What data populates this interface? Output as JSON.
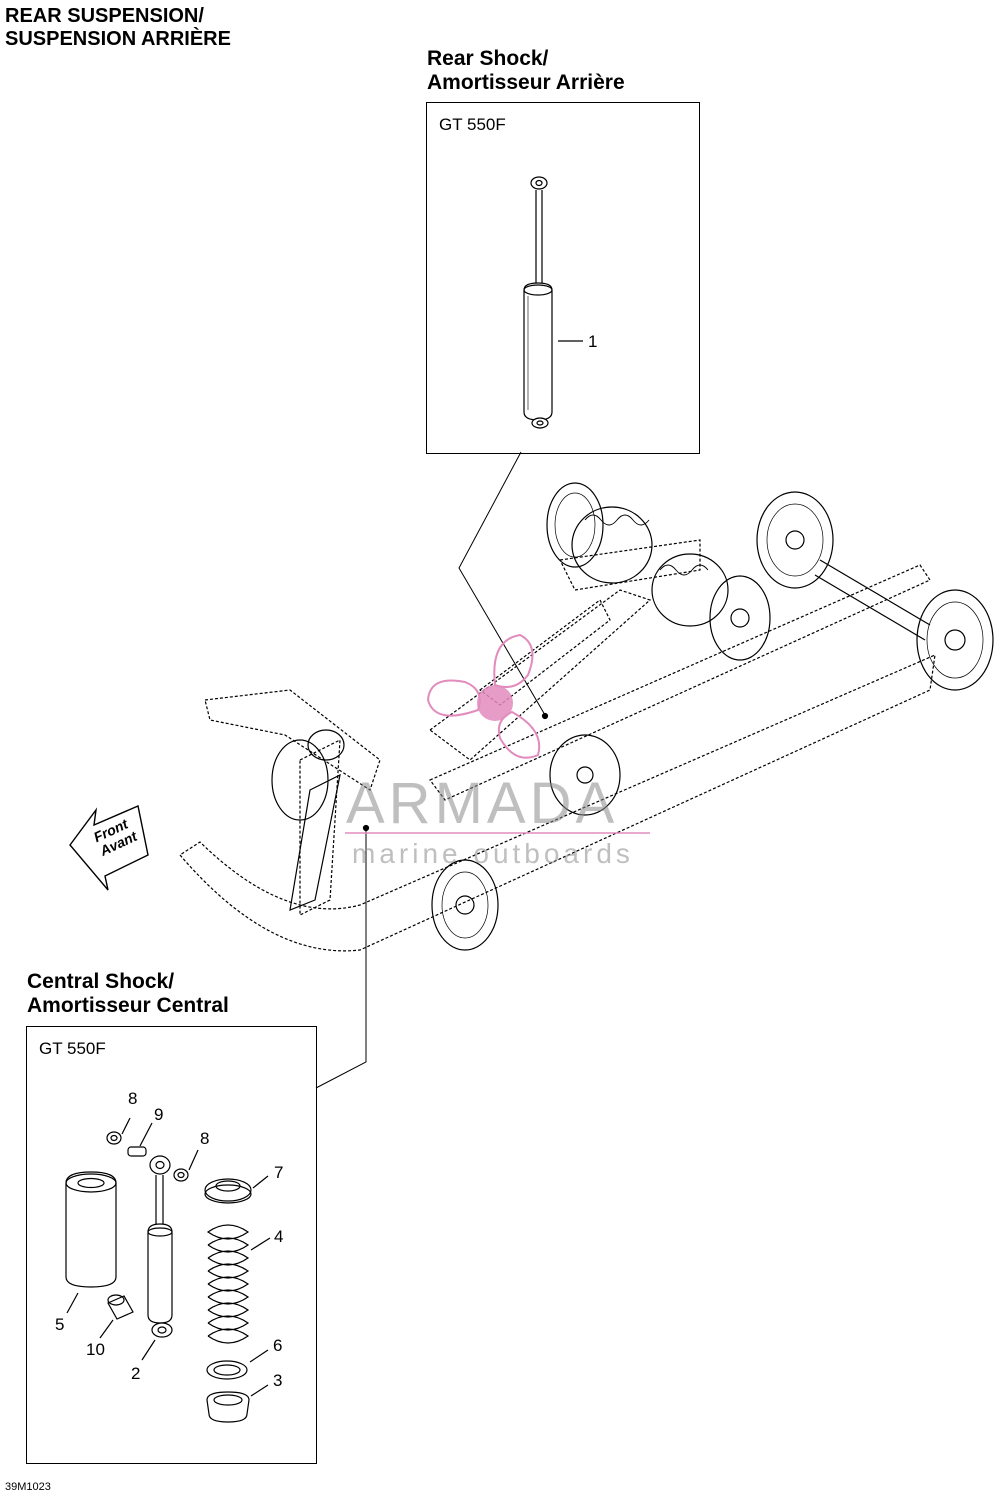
{
  "header": {
    "title_line1": "REAR SUSPENSION/",
    "title_line2": "SUSPENSION ARRIÈRE"
  },
  "rear_shock": {
    "heading_line1": "Rear Shock/",
    "heading_line2": "Amortisseur Arrière",
    "model": "GT 550F",
    "callouts": [
      "1"
    ]
  },
  "central_shock": {
    "heading_line1": "Central Shock/",
    "heading_line2": "Amortisseur Central",
    "model": "GT 550F",
    "callouts": [
      "8",
      "9",
      "8",
      "7",
      "4",
      "5",
      "10",
      "2",
      "6",
      "3"
    ]
  },
  "direction_arrow": {
    "line1": "Front",
    "line2": "Avant"
  },
  "watermark": {
    "brand": "ARMADA",
    "tagline": "marine outboards"
  },
  "diagram_code": "39M1023"
}
